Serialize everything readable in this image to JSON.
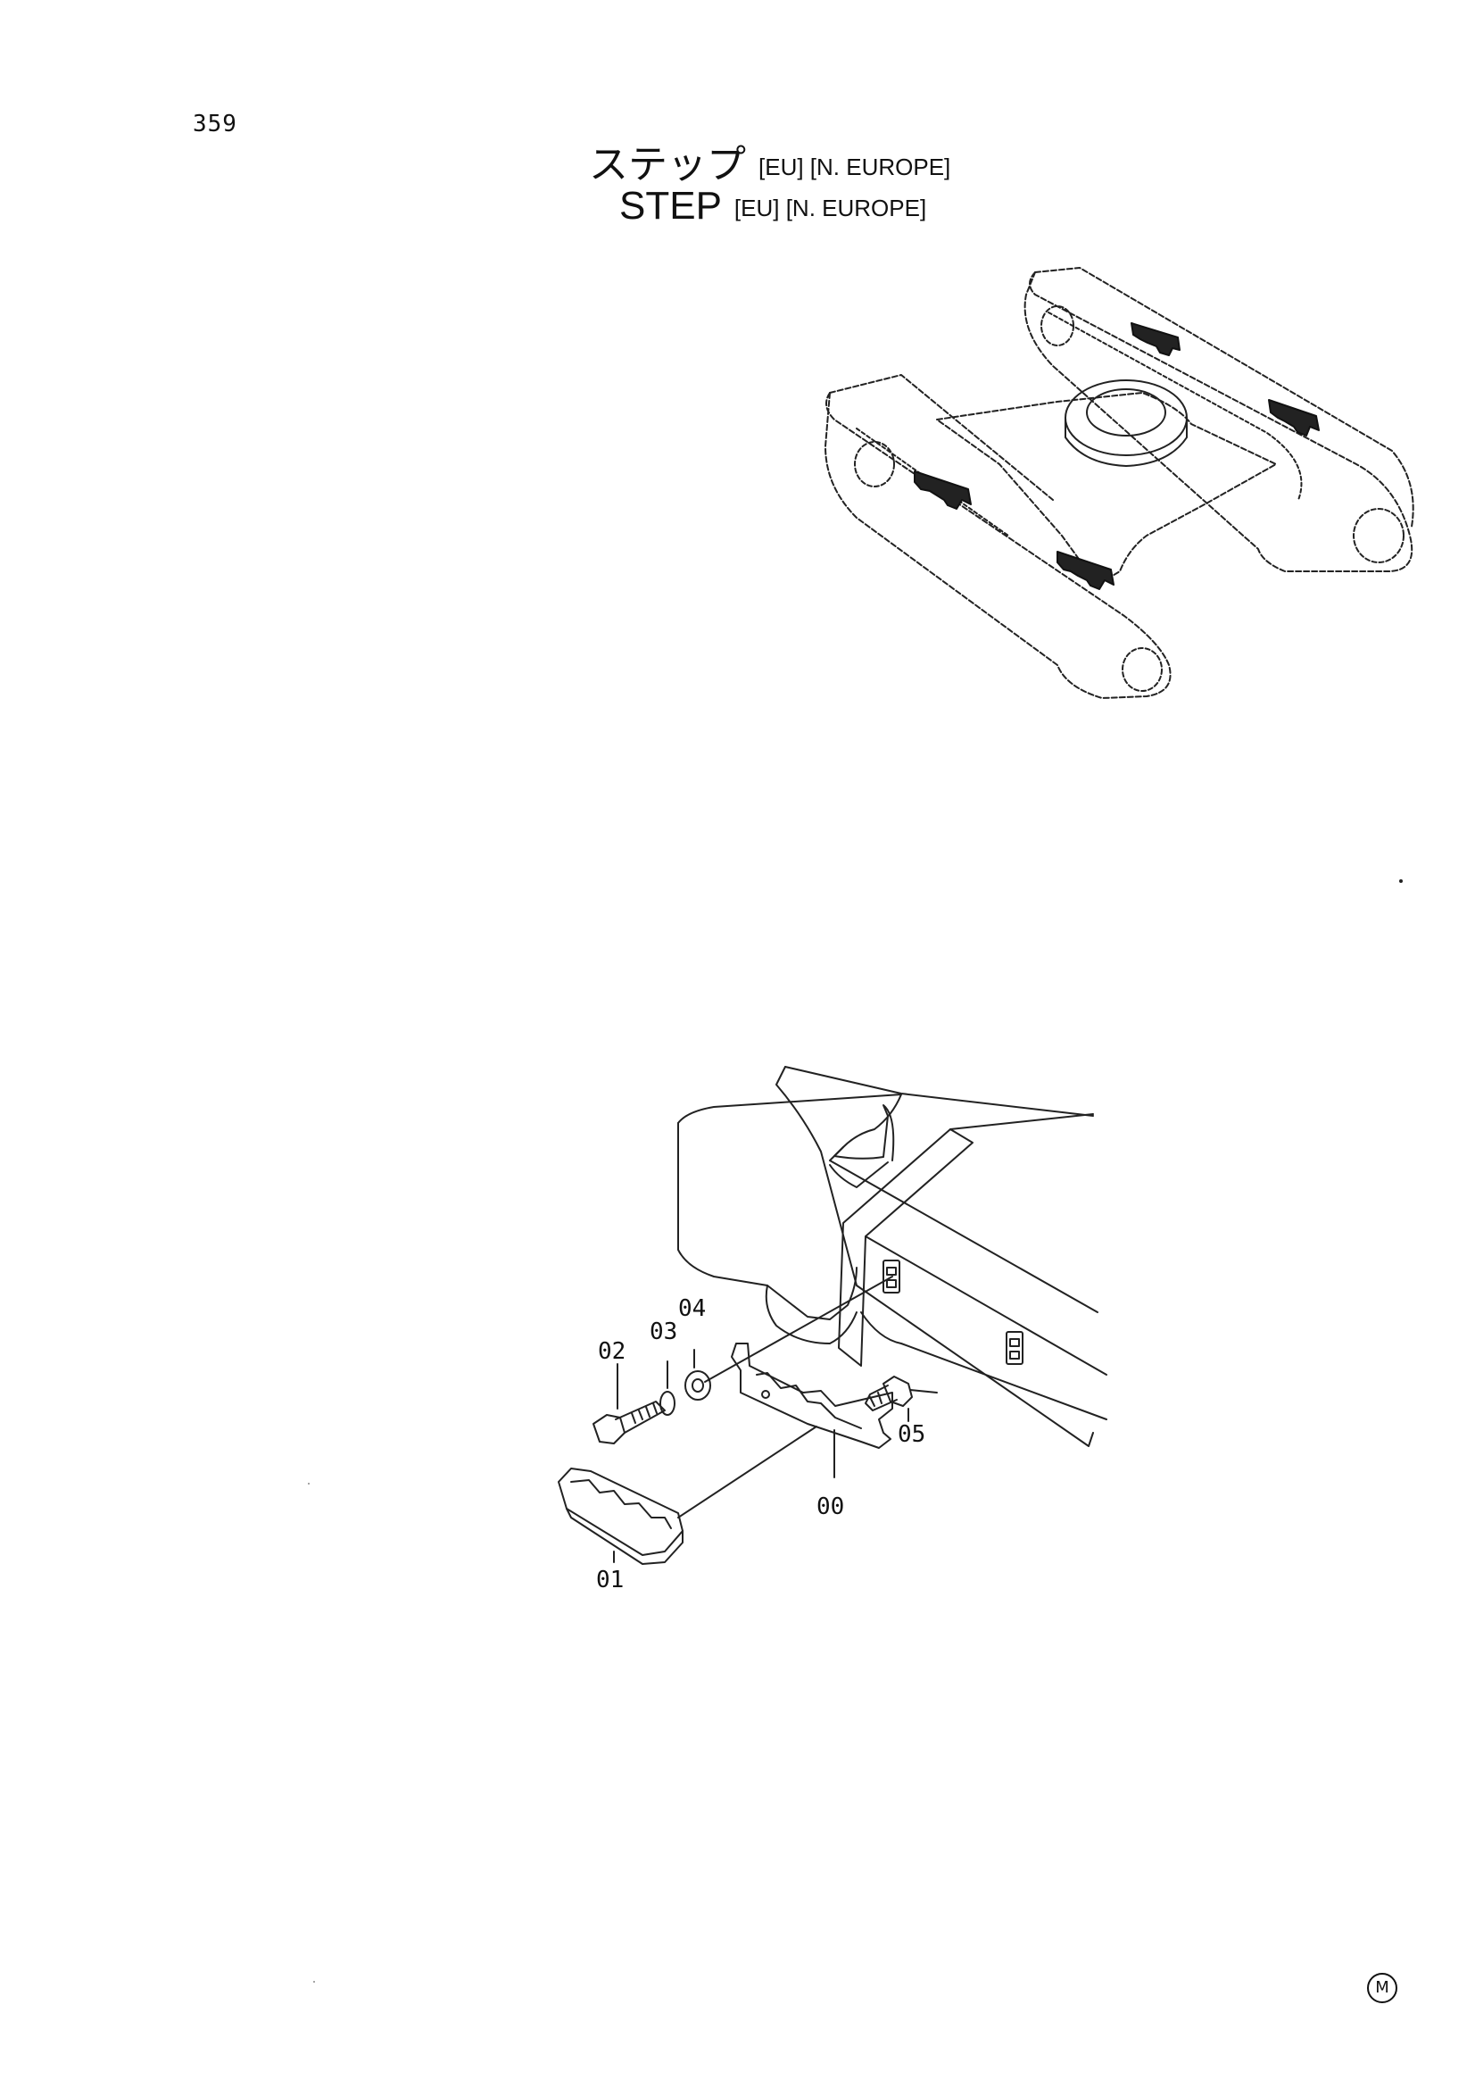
{
  "page": {
    "number": "359"
  },
  "title": {
    "japanese": "ステップ",
    "english": "STEP",
    "region_tags": "[EU] [N. EUROPE]"
  },
  "callouts": [
    "00",
    "01",
    "02",
    "03",
    "04",
    "05"
  ],
  "footer": {
    "mark": "M"
  }
}
